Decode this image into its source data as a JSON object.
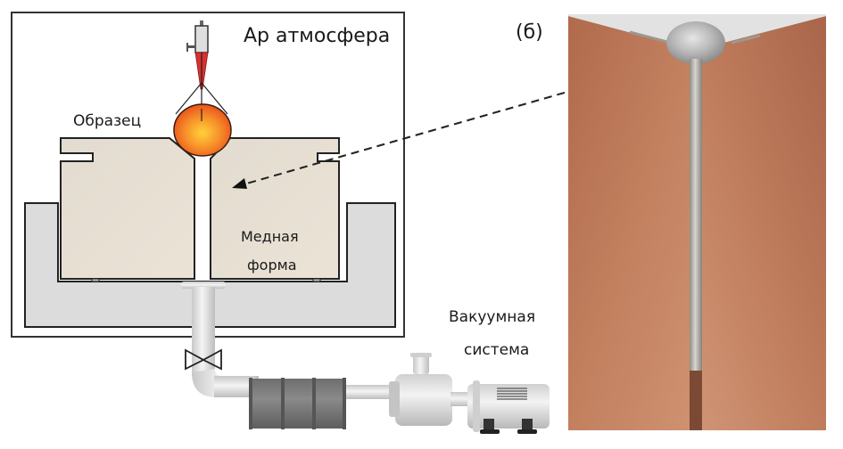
{
  "diagram": {
    "labels": {
      "atmosphere": "Ар атмосфера",
      "sample": "Образец",
      "copper_mold_line1": "Медная",
      "copper_mold_line2": "форма",
      "vacuum_line1": "Вакуумная",
      "vacuum_line2": "система",
      "panel_b": "(б)"
    },
    "components": [
      "arc-torch",
      "molten-sample",
      "copper-mold-left",
      "copper-mold-right",
      "mold-holder",
      "chamber",
      "suction-pipe",
      "valve",
      "filter",
      "vacuum-pump",
      "motor"
    ],
    "photo": {
      "description": "Copper mold halves with cast metal rod",
      "colors": {
        "copper": "#b8785a",
        "metal": "#b9b6b0",
        "rod_tip": "#7a4a34"
      }
    },
    "colors": {
      "mold_fill": "#e8e0d2",
      "holder_fill": "#dcdcdc",
      "outline": "#222222",
      "sample_core": "#ffcc33",
      "sample_edge": "#e8531a",
      "torch_cone": "#d93030"
    }
  }
}
